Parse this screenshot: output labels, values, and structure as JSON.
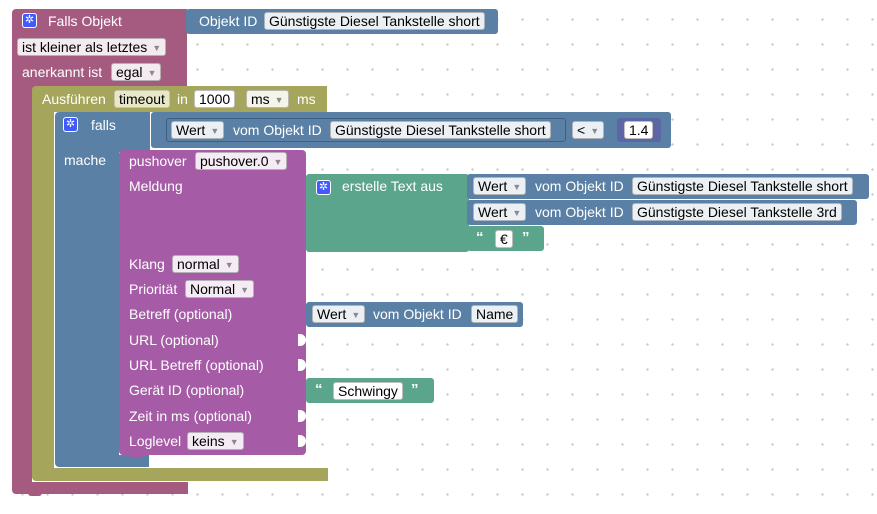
{
  "trigger": {
    "title": "Falls Objekt",
    "object_id_label": "Objekt ID",
    "object_id_value": "Günstigste Diesel Tankstelle short",
    "condition": "ist kleiner als letztes",
    "ack_label": "anerkannt ist",
    "ack_value": "egal"
  },
  "timeout": {
    "label": "Ausführen",
    "type": "timeout",
    "in_label": "in",
    "value": "1000",
    "unit_dropdown": "ms",
    "unit_label": "ms"
  },
  "if_block": {
    "falls_label": "falls",
    "mache_label": "mache",
    "value_dropdown": "Wert",
    "from_object_label": "vom Objekt ID",
    "object_value": "Günstigste Diesel Tankstelle short",
    "operator": "<",
    "compare_value": "1.4"
  },
  "pushover": {
    "label": "pushover",
    "instance": "pushover.0",
    "message_label": "Meldung",
    "sound_label": "Klang",
    "sound_value": "normal",
    "priority_label": "Priorität",
    "priority_value": "Normal",
    "subject_label": "Betreff (optional)",
    "url_label": "URL (optional)",
    "url_subject_label": "URL Betreff (optional)",
    "device_label": "Gerät ID (optional)",
    "time_label": "Zeit in ms (optional)",
    "loglevel_label": "Loglevel",
    "loglevel_value": "keins"
  },
  "text_join": {
    "label": "erstelle Text aus",
    "row1_dropdown": "Wert",
    "row1_from": "vom Objekt ID",
    "row1_object": "Günstigste Diesel Tankstelle short",
    "row2_dropdown": "Wert",
    "row2_from": "vom Objekt ID",
    "row2_object": "Günstigste Diesel Tankstelle 3rd",
    "row3_text": "€"
  },
  "subject_value": {
    "dropdown": "Wert",
    "from": "vom Objekt ID",
    "object": "Name"
  },
  "device_value": {
    "text": "Schwingy"
  },
  "colors": {
    "trigger": "#a55b80",
    "timeout": "#a5a55b",
    "if_block": "#5b80a5",
    "pushover": "#a55ba5",
    "text_join": "#5ba58c",
    "gear": "#3f5bff"
  }
}
